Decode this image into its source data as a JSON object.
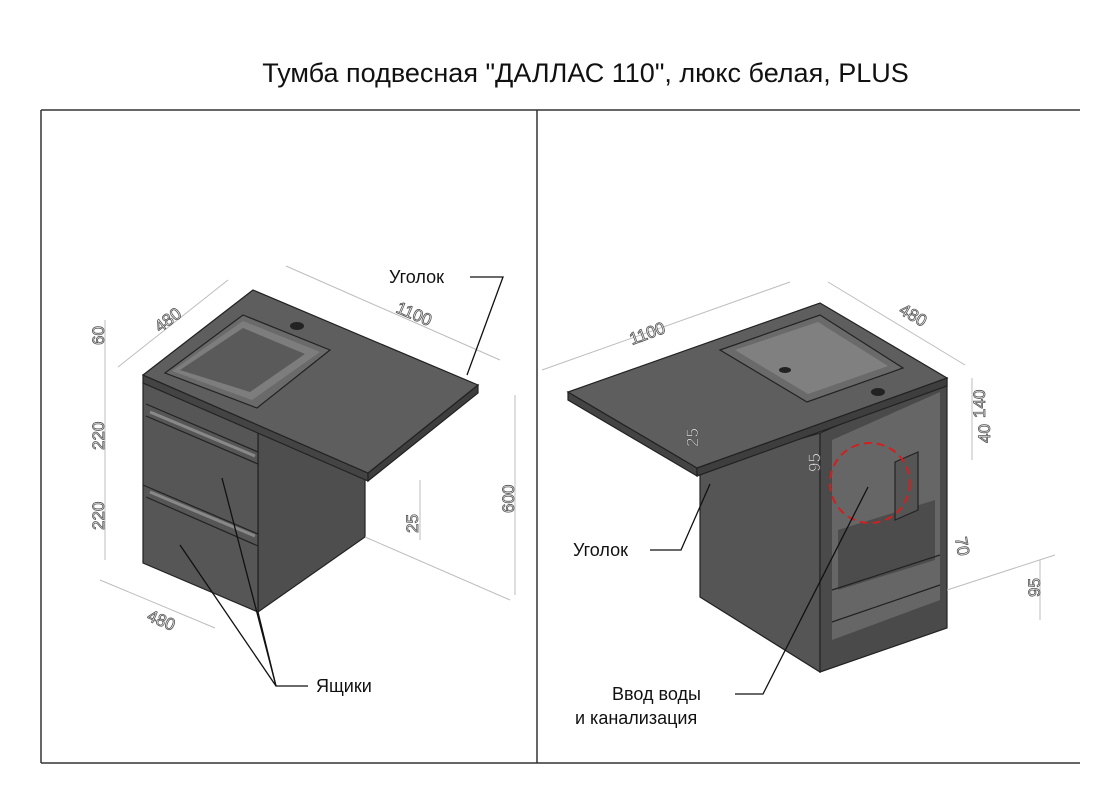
{
  "title": "Тумба подвесная \"ДАЛЛАС 110\", люкс белая, PLUS",
  "left_view": {
    "dimensions": {
      "width_top": "1100",
      "depth_top": "480",
      "top_height": "60",
      "drawer_1": "220",
      "drawer_2": "220",
      "depth_bottom": "480",
      "total_height": "600",
      "top_thickness": "25"
    },
    "labels": {
      "corner": "Уголок",
      "drawers": "Ящики"
    }
  },
  "right_view": {
    "dimensions": {
      "width_top": "1100",
      "depth_top": "480",
      "top_thickness": "25",
      "side_95": "95",
      "h140": "140",
      "h40": "40",
      "h70": "70",
      "h95": "95"
    },
    "labels": {
      "corner": "Уголок",
      "water_line_1": "Ввод воды",
      "water_line_2": "и канализация"
    },
    "highlight_color": "#d02020"
  },
  "colors": {
    "body": "#555555",
    "top": "#5e5e5e",
    "frame": "#333333"
  }
}
